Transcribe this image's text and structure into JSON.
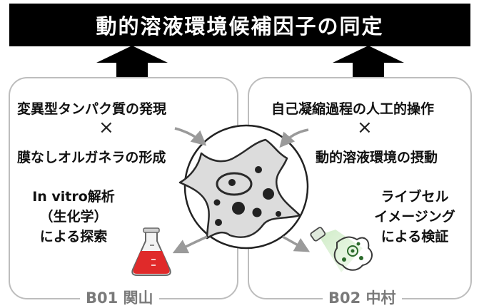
{
  "header": {
    "title": "動的溶液環境候補因子の同定"
  },
  "left_panel": {
    "line1": "変異型タンパク質の発現",
    "cross": "×",
    "line2": "膜なしオルガネラの形成",
    "method": "In vitro解析\n（生化学）\nによる探索",
    "label": "B01 関山"
  },
  "right_panel": {
    "line1": "自己凝縮過程の人工的操作",
    "cross": "×",
    "line2": "動的溶液環境の摂動",
    "method": "ライブセル\nイメージング\nによる検証",
    "label": "B02 中村"
  },
  "colors": {
    "banner": "#000000",
    "panel_border": "#bdbdbd",
    "arrow_gray": "#9a9a9a",
    "flask_liquid": "#e02a2a",
    "light_green": "#b9e2b0"
  }
}
